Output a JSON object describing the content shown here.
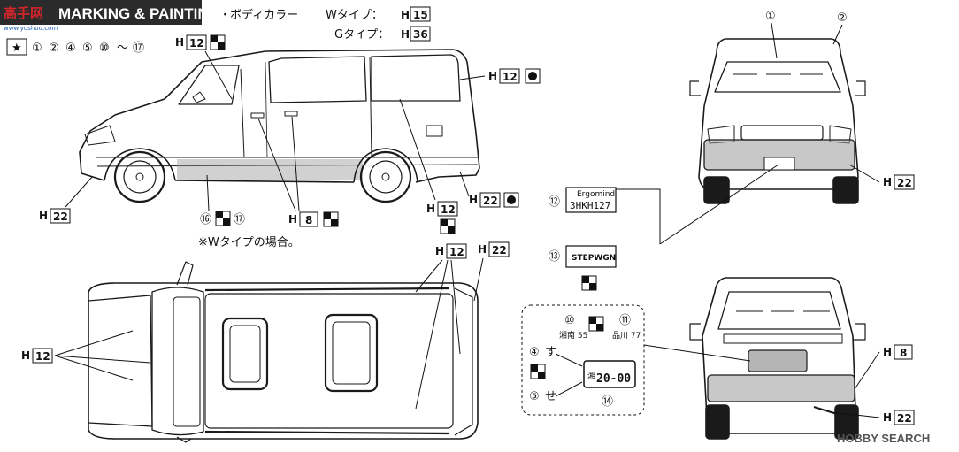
{
  "header": {
    "title": "MARKING & PAINTING",
    "site_watermark": "高手网",
    "site_url": "www.yoshou.com"
  },
  "colors": {
    "header_bg": "#2b2b2b",
    "header_text": "#ffffff",
    "watermark_red": "#d4252a",
    "watermark_blue": "#1f63b5",
    "line": "#1a1a1a"
  },
  "body_color": {
    "bullet": "・",
    "label": "ボディカラー",
    "w_type": "Wタイプ：",
    "g_type": "Gタイプ：",
    "w_code": "H",
    "w_num": "15",
    "g_code": "H",
    "g_num": "36"
  },
  "decal_list": {
    "items": [
      "①",
      "②",
      "④",
      "⑤",
      "⑩",
      "～",
      "⑰"
    ]
  },
  "paint_codes": [
    {
      "code": "H",
      "num": "12"
    },
    {
      "code": "H",
      "num": "12"
    },
    {
      "code": "H",
      "num": "22"
    },
    {
      "code": "H",
      "num": "12"
    },
    {
      "code": "H",
      "num": "8"
    },
    {
      "code": "H",
      "num": "22"
    },
    {
      "code": "H",
      "num": "12"
    },
    {
      "code": "H",
      "num": "22"
    },
    {
      "code": "H",
      "num": "12"
    },
    {
      "code": "H",
      "num": "22"
    },
    {
      "code": "H",
      "num": "8"
    },
    {
      "code": "H",
      "num": "22"
    }
  ],
  "decal_numbers": {
    "side_stripe": "⑯",
    "side_stripe2": "⑰",
    "front_left": "①",
    "front_right": "②",
    "plate_front": "⑫",
    "emblem": "⑬",
    "plate_a": "⑩",
    "plate_b": "⑪",
    "plate_c": "④",
    "plate_d": "⑤",
    "plate_e": "⑭"
  },
  "notes": {
    "w_type_note": "※Wタイプの場合。"
  },
  "plates": {
    "front_small": "Ergomind",
    "front_number": "3HKH127",
    "emblem_text": "STEPWGN",
    "region_a": "湘南 55",
    "region_b": "品川 77",
    "kana_a": "す",
    "kana_b": "せ",
    "number_main": "20-00",
    "number_prefix": "湘"
  },
  "watermark_bottom": "HOBBY SEARCH"
}
